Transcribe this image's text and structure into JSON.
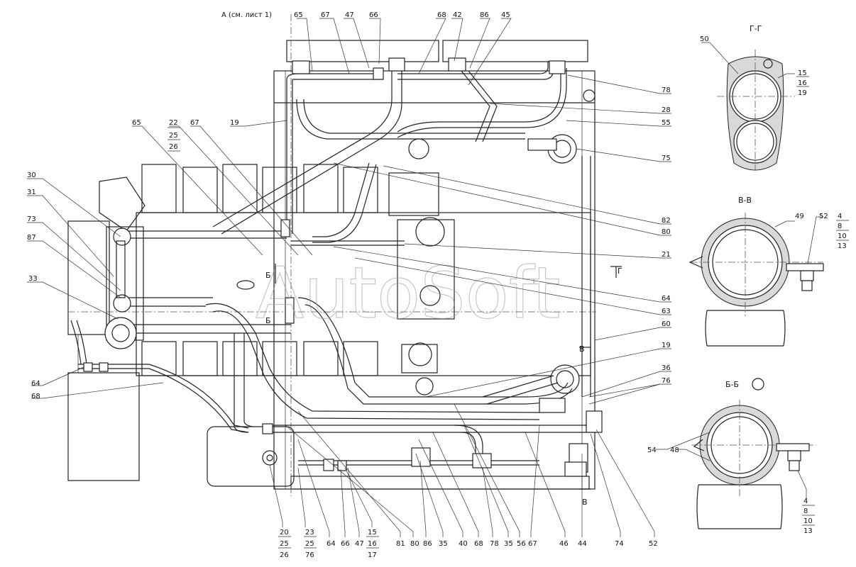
{
  "view_note": "А (см. лист 1)",
  "watermark": "AutoSoft",
  "section_titles": {
    "gg": "Г-Г",
    "vv": "В-В",
    "bb": "Б-Б"
  },
  "marks": {
    "B_upper": "Б",
    "B_lower": "Б",
    "V_upper": "В",
    "V_lower": "В",
    "G": "Г"
  },
  "callouts": {
    "top": [
      "65",
      "67",
      "47",
      "66",
      "68",
      "42",
      "86",
      "45"
    ],
    "upper_left": [
      "65",
      "22",
      "25",
      "26",
      "67",
      "19"
    ],
    "left": [
      "30",
      "31",
      "73",
      "87",
      "33",
      "64",
      "68"
    ],
    "right": [
      "78",
      "28",
      "55",
      "75",
      "82",
      "80",
      "21",
      "64",
      "63",
      "60",
      "19",
      "36",
      "76"
    ],
    "bottom_stacks": [
      [
        "20",
        "25",
        "26"
      ],
      [
        "23",
        "25",
        "76"
      ],
      [
        "15",
        "16",
        "17"
      ]
    ],
    "bottom": [
      "64",
      "66",
      "47",
      "81",
      "80",
      "86",
      "35",
      "40",
      "68",
      "78",
      "35",
      "56",
      "67",
      "46",
      "44",
      "74",
      "52"
    ],
    "section_gg": [
      "50",
      "15",
      "16",
      "19"
    ],
    "section_vv": [
      "49",
      "52",
      "4",
      "8",
      "10",
      "13"
    ],
    "section_bb": [
      "54",
      "48",
      "4",
      "8",
      "10",
      "13"
    ]
  }
}
